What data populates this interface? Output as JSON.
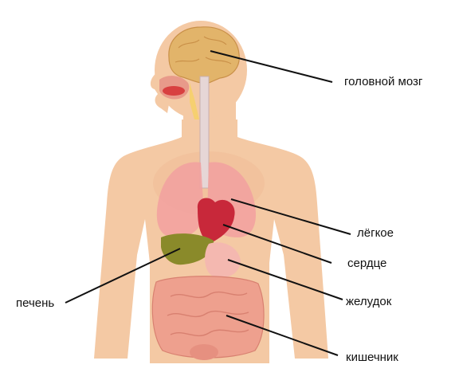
{
  "labels": {
    "brain": "головной мозг",
    "lung": "лёгкое",
    "heart": "сердце",
    "stomach": "желудок",
    "intestine": "кишечник",
    "liver": "печень"
  },
  "colors": {
    "skin": "#f4c9a4",
    "skin_shade": "#e8b088",
    "brain": "#e2b46a",
    "lung": "#f2a0a0",
    "heart": "#c8283a",
    "liver": "#8a8a2a",
    "stomach": "#f4b8b0",
    "intestine": "#eea08e",
    "leader_line": "#111111"
  }
}
